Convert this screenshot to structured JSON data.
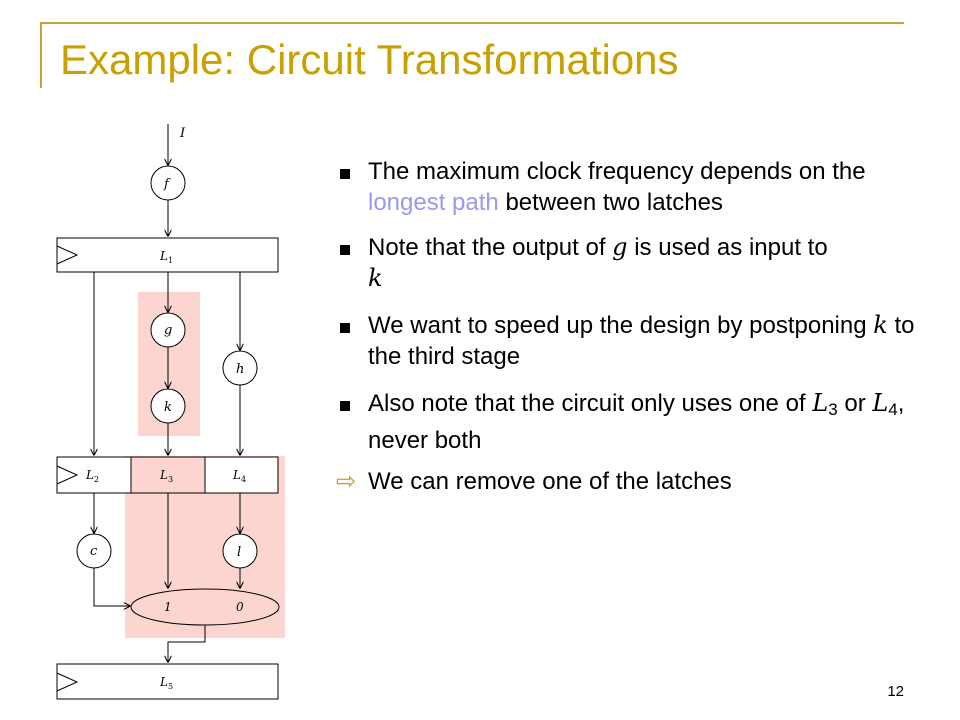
{
  "slide": {
    "title": "Example: Circuit Transformations",
    "page_number": "12"
  },
  "diagram": {
    "input_label": "I",
    "nodes": {
      "f": "f",
      "g": "g",
      "h": "h",
      "k": "k",
      "c": "c",
      "l": "l"
    },
    "latches": {
      "L1": {
        "name": "L",
        "sub": "1"
      },
      "L2": {
        "name": "L",
        "sub": "2"
      },
      "L3": {
        "name": "L",
        "sub": "3"
      },
      "L4": {
        "name": "L",
        "sub": "4"
      },
      "L5": {
        "name": "L",
        "sub": "5"
      }
    },
    "mux": {
      "input_1": "1",
      "input_0": "0"
    },
    "highlight_color": "#fdd5d0"
  },
  "bullets": {
    "b1": {
      "pre": "The maximum clock frequency depends on the ",
      "highlight": "longest path",
      "post": " between two latches"
    },
    "b2": {
      "pre": "Note that the output of ",
      "var": "g",
      "mid": " is used as input to ",
      "var2": "k"
    },
    "b3": {
      "pre": "We want to speed up the design by postponing ",
      "var": "k",
      "post": " to the third stage"
    },
    "b4": {
      "pre": "Also note that the circuit only uses one of ",
      "var1": "L",
      "sub1": "3",
      "mid": " or ",
      "var2": "L",
      "sub2": "4",
      "post": ", never both"
    },
    "b5": {
      "text": "We can remove one of the latches"
    }
  },
  "colors": {
    "title": "#c8a000",
    "frame": "#c8a038",
    "highlight_text": "#9999ee"
  }
}
